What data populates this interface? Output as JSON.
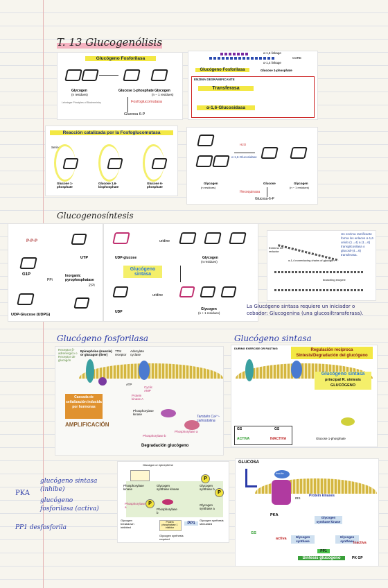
{
  "page": {
    "title": "T. 13 Glucogenólisis",
    "section_synthesis": "Glucogenosíntesis",
    "section_phosphorylase": "Glucógeno fosforilasa",
    "section_synthase": "Glucógeno sintasa"
  },
  "panel1": {
    "enzyme": "Glucógeno Fosforilasa",
    "glycogen": "Glycogen",
    "glycogen_sub": "(n residues)",
    "g1p": "Glucose 1-phosphate",
    "glycogen2": "Glycogen",
    "glycogen2_sub": "(n − 1 residues)",
    "mutase": "Fosfoglucomutasa",
    "g6p": "Glucosa 6-P",
    "credit": "Lehninger Principles of Biochemistry"
  },
  "panel2": {
    "linkage16": "α-1,6 linkage",
    "linkage14": "α-1,4 linkage",
    "core": "CORE",
    "enzyme": "Glucógeno Fosforilasa",
    "product": "Glucose 1-phosphate",
    "debranch": "ENZIMA DESRAMIFICANTE",
    "transferase": "Transferasa",
    "glucosidase": "α-1,6-Glucosidasa"
  },
  "panel3": {
    "header": "Reacción catalizada por la Fosfoglucomutasa",
    "serine": "Serine",
    "labels": [
      "Glucose 1-phosphate",
      "Glucose 1,6-bisphosphate",
      "Glucose 6-phosphate"
    ]
  },
  "panel4": {
    "enzyme": "α-1,6-Glucosidase",
    "water": "H2O",
    "hexokinase": "Hexoquinasa",
    "labels": [
      "Glycogen",
      "Glucose",
      "Glycogen"
    ],
    "subs": [
      "(n residues)",
      "",
      "(n − 1 residues)"
    ],
    "g6p": "Glucosa-6-P"
  },
  "panel5": {
    "utp": "UTP",
    "g1p": "G1P",
    "ppi": "PPi",
    "pyro": "Inorganic pyrophosphatase",
    "pi": "2 Pi",
    "udpg": "UDP-Glucose (UDPG)"
  },
  "panel6": {
    "udpglucose": "UDP-glucose",
    "uridine": "uridine",
    "glycogen": "Glycogen",
    "glycogen_sub": "(n residues)",
    "enzyme": "Glucógeno sintasa",
    "udp": "UDP",
    "glycogen2": "Glycogen",
    "glycogen2_sub": "(n + 1 residues)"
  },
  "panel7": {
    "note": "Un enzima ramificante forma los enlaces α-1,6 unido (1→4) a (1→6) transglicosilasa o glucosil-(4→6) transferasa.",
    "reducing": "Extremo no reductor",
    "branching": "branching enzyme",
    "chain": "α-1,4 nonreducing chains of glycogen"
  },
  "caption_synthesis": "La Glucógeno sintasa requiere un iniciador o cebador: Glucogenina (una glucosiltransferasa).",
  "panel8": {
    "epi": "Epinephrine (muscle) or glucagon (liver)",
    "receptor": "Receptor β-adrenérgico o Receptor de glucagón",
    "tm": "7TM receptor",
    "ac": "Adenylate cyclase",
    "atp": "ATP",
    "camp": "Cyclic AMP",
    "pka": "Protein kinase A",
    "pkinase": "Phosphorylase kinase",
    "phos_b": "Phosphorylase b",
    "phos_a": "Phosphorylase a",
    "cascade": "Cascada de señalización inducida por hormonas",
    "amp": "AMPLIFICACIÓN",
    "note": "También Ca²⁺-calmodulina",
    "degradation": "Degradación glucógeno"
  },
  "panel9": {
    "header": "Regulación recíproca Síntesis/Degradación del glucógeno",
    "title1": "Glucógeno sintasa",
    "title2": "principal R. síntesis",
    "title3": "GLUCÓGENO",
    "gs": "GS",
    "activa": "ACTIVA",
    "inactiva": "INACTIVA",
    "g1p": "Glucose 1-phosphate",
    "state": "DURING EXERCISE OR FASTING"
  },
  "notes": {
    "pka": "PKA",
    "gs_line": "glucógeno sintasa (inhibe)",
    "gf_line": "glucógeno fosforilasa (activa)",
    "pp1": "PP1 desfosforila"
  },
  "panel10": {
    "top": "Glucagon or epinephrine",
    "pka": "Protein kinase A",
    "pkinase": "Phosphorylase kinase",
    "gsk": "Glycogen synthase kinase",
    "gs_b": "Glycogen synthase b",
    "phos_a": "Phosphorylase a",
    "phos_b": "Phosphorylase b",
    "gs_a": "Glycogen synthase a",
    "inhibited": "Glycogen breakdown inhibited",
    "stimulated": "Glycogen synthesis stimulated",
    "pp1": "PP1",
    "insulin": "Glycogen synthesis required",
    "inhib1": "Protein phosphatase 1 inhibitor"
  },
  "panel11": {
    "glucose": "GLUCOSA",
    "insulin": "Insulin",
    "irs": "IRS",
    "pkinases": "Protein kinases",
    "pka": "PKA",
    "gs": "GS",
    "activa": "activa",
    "inactiva": "inactiva",
    "pp1": "PP1",
    "gsk": "Glycogen synthase kinase",
    "gs_a": "Glycogen synthase",
    "gs_b": "Glycogen synthase",
    "summary": "Síntesis glucógeno",
    "pk_gp": "PK GP"
  }
}
